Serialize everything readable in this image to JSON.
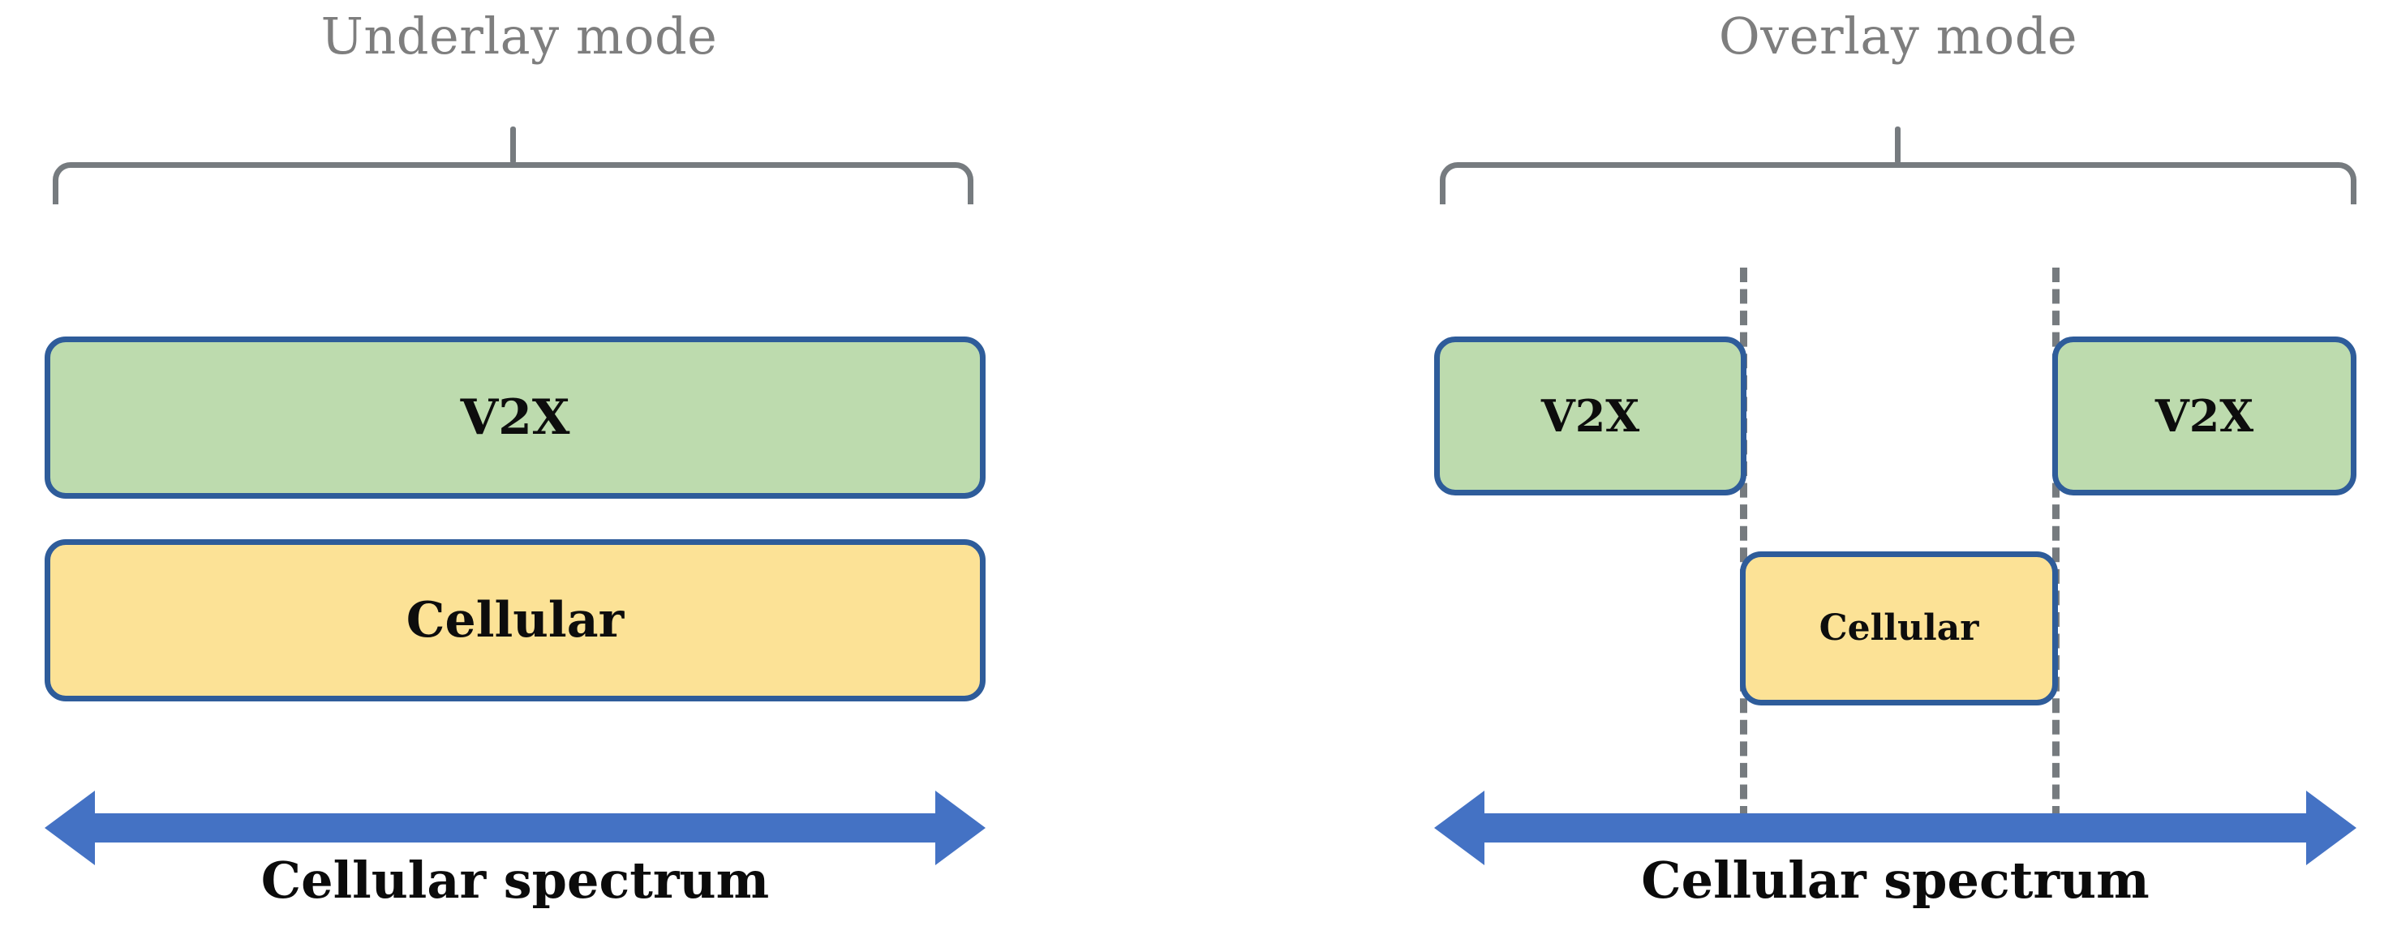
{
  "figure": {
    "title": "",
    "background_color": "#ffffff",
    "palette": {
      "v2x_fill": "#bddbae",
      "cellular_fill": "#fce296",
      "block_border": "#2e5c9a",
      "arrow": "#4472c4",
      "brace": "#767b7f",
      "dashed_line": "#767b7f",
      "mode_title": "#7e7e7e",
      "label_text": "#0d0d0d"
    }
  },
  "panels": [
    {
      "id": "underlay",
      "mode_title": "Underlay mode",
      "axis_label": "Cellular spectrum",
      "blocks": [
        {
          "label": "V2X",
          "type": "v2x"
        },
        {
          "label": "Cellular",
          "type": "cellular"
        }
      ]
    },
    {
      "id": "overlay",
      "mode_title": "Overlay mode",
      "axis_label": "Cellular spectrum",
      "blocks": [
        {
          "label": "V2X",
          "type": "v2x"
        },
        {
          "label": "V2X",
          "type": "v2x"
        },
        {
          "label": "Cellular",
          "type": "cellular"
        }
      ]
    }
  ]
}
